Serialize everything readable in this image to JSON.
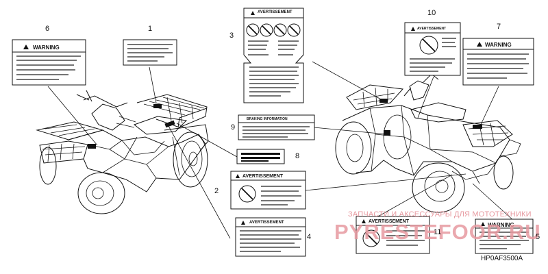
{
  "callouts": {
    "n1": "1",
    "n2": "2",
    "n3": "3",
    "n4": "4",
    "n5": "5",
    "n6": "6",
    "n7": "7",
    "n8": "8",
    "n9": "9",
    "n10": "10",
    "n11": "11"
  },
  "labels": {
    "warning": "WARNING",
    "avertissement": "AVERTISSEMENT",
    "braking_information": "BRAKING INFORMATION"
  },
  "watermark": {
    "line1": "ЗАПЧАСТИ И АКСЕССУАРЫ ДЛЯ МОТОТЕХНИКИ",
    "line2": "PYRESTEFOOR.RU"
  },
  "diagram_code": "HP0AF3500A",
  "colors": {
    "line": "#111111",
    "watermark": "#e79aa0"
  }
}
